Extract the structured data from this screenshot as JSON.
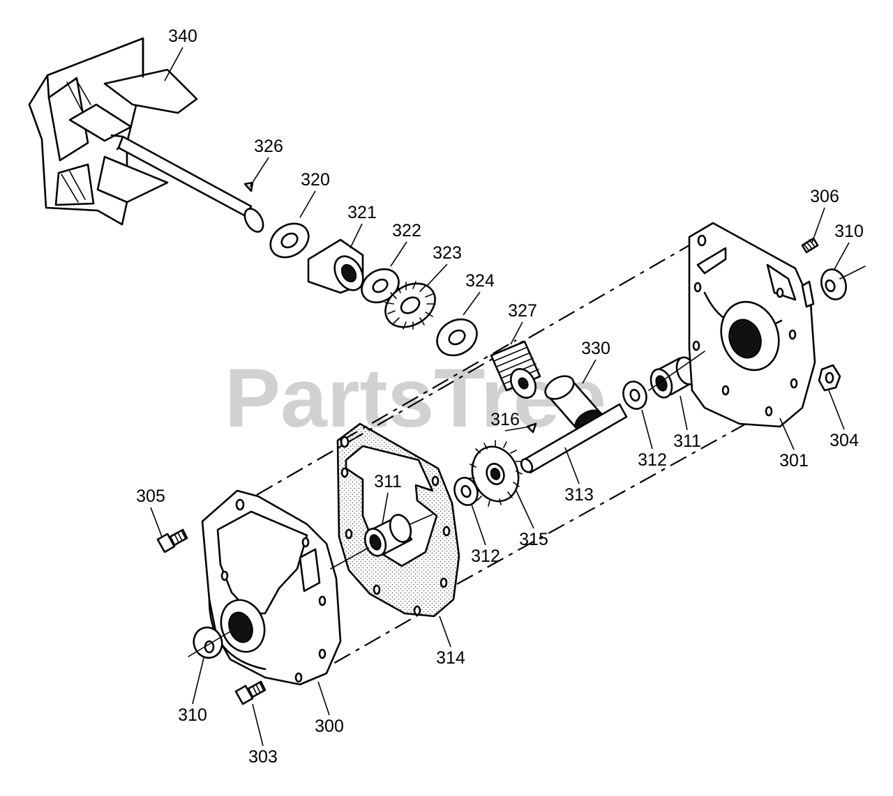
{
  "watermark": "PartsTree",
  "callouts": [
    {
      "id": "c340",
      "label": "340"
    },
    {
      "id": "c326",
      "label": "326"
    },
    {
      "id": "c320",
      "label": "320"
    },
    {
      "id": "c321",
      "label": "321"
    },
    {
      "id": "c322",
      "label": "322"
    },
    {
      "id": "c323",
      "label": "323"
    },
    {
      "id": "c324",
      "label": "324"
    },
    {
      "id": "c327",
      "label": "327"
    },
    {
      "id": "c330",
      "label": "330"
    },
    {
      "id": "c306",
      "label": "306"
    },
    {
      "id": "c310a",
      "label": "310"
    },
    {
      "id": "c304",
      "label": "304"
    },
    {
      "id": "c301",
      "label": "301"
    },
    {
      "id": "c311a",
      "label": "311"
    },
    {
      "id": "c312a",
      "label": "312"
    },
    {
      "id": "c316",
      "label": "316"
    },
    {
      "id": "c313",
      "label": "313"
    },
    {
      "id": "c315",
      "label": "315"
    },
    {
      "id": "c312b",
      "label": "312"
    },
    {
      "id": "c311b",
      "label": "311"
    },
    {
      "id": "c305",
      "label": "305"
    },
    {
      "id": "c314",
      "label": "314"
    },
    {
      "id": "c310b",
      "label": "310"
    },
    {
      "id": "c300",
      "label": "300"
    },
    {
      "id": "c303",
      "label": "303"
    }
  ]
}
